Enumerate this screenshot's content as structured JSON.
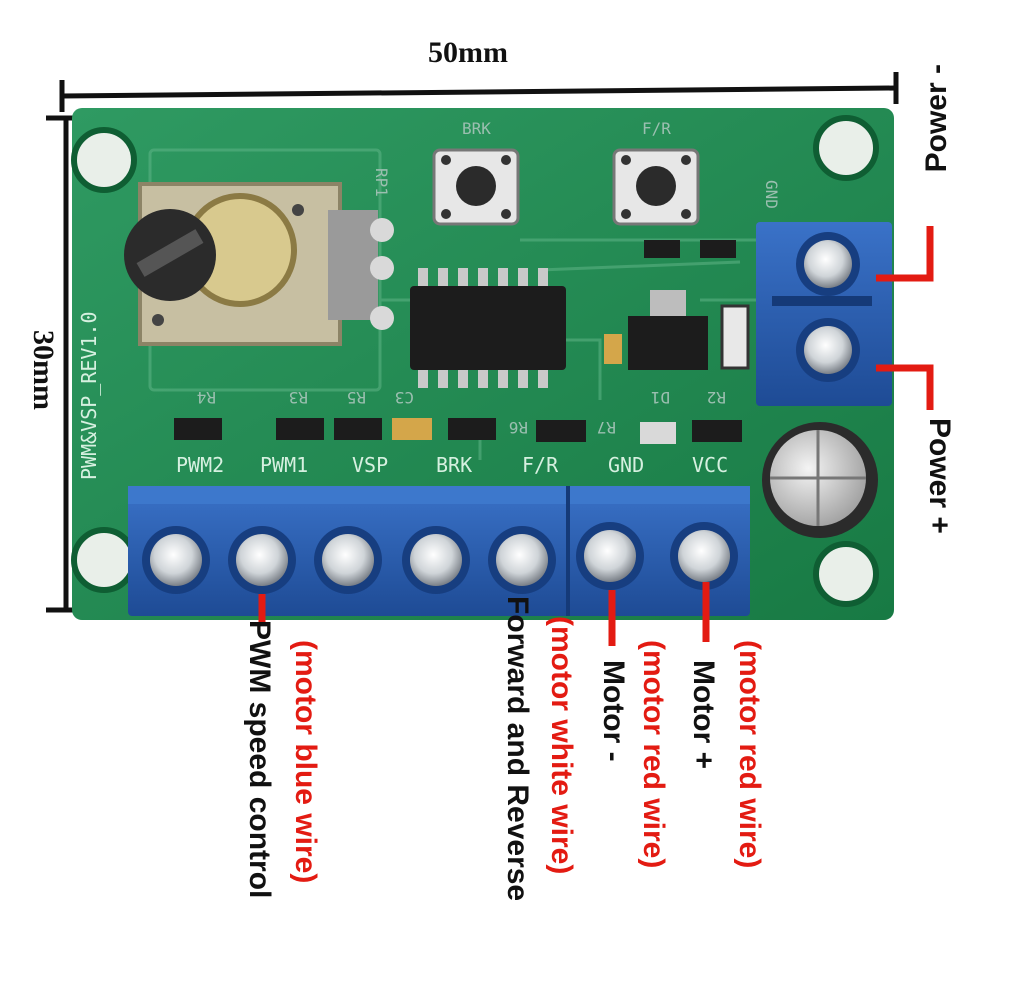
{
  "dimensions": {
    "width": "50mm",
    "height": "30mm"
  },
  "board": {
    "silkscreen_side": "PWM&VSP_REV1.0",
    "rp1": "RP1",
    "brk_button": "BRK",
    "fr_button": "F/R",
    "gnd_label": "GND",
    "pins": [
      "PWM2",
      "PWM1",
      "VSP",
      "BRK",
      "F/R",
      "GND",
      "VCC"
    ],
    "resistors": [
      "R4",
      "R3",
      "R5",
      "C3",
      "R6",
      "R7",
      "D1",
      "R2"
    ]
  },
  "callouts": {
    "power_minus": "Power -",
    "power_plus": "Power +",
    "pwm_speed": "PWM speed control",
    "pwm_wire": "(motor blue wire)",
    "forward_reverse": "Forward and Reverse",
    "fr_wire": "(motor white wire)",
    "motor_minus": "Motor -",
    "motor_minus_wire": "(motor red wire)",
    "motor_plus": "Motor +",
    "motor_plus_wire": "(motor red wire)"
  },
  "colors": {
    "pcb": "#1f8a52",
    "terminal": "#2a5fb0",
    "callout_red": "#e31b12"
  }
}
